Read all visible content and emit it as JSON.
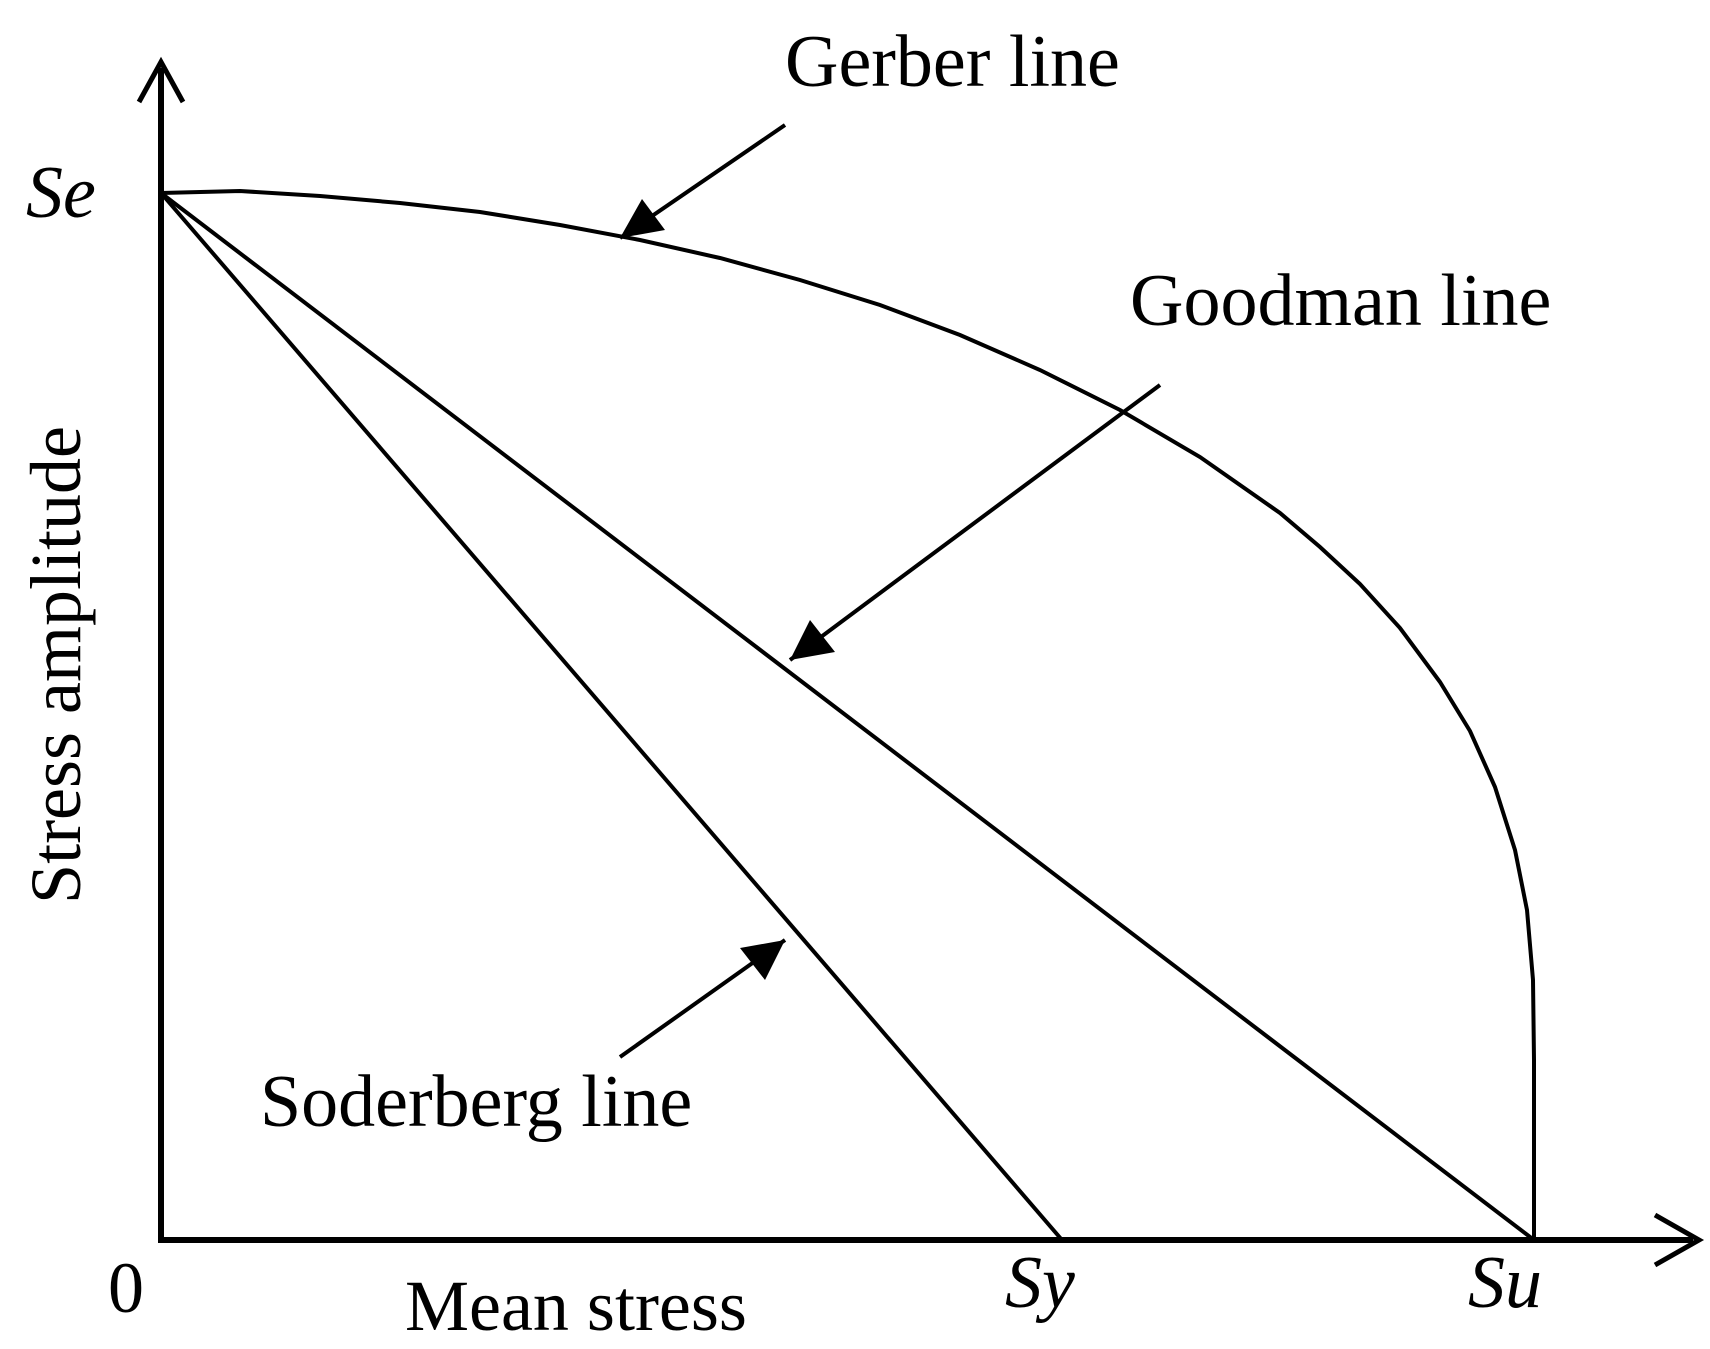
{
  "labels": {
    "gerber": "Gerber line",
    "goodman": "Goodman line",
    "soderberg": "Soderberg line"
  },
  "axes": {
    "x_title": "Mean stress",
    "y_title": "Stress amplitude",
    "origin": "0",
    "se": "Se",
    "sy": "Sy",
    "su": "Su"
  },
  "colors": {
    "ink": "#000000",
    "background": "#ffffff"
  }
}
